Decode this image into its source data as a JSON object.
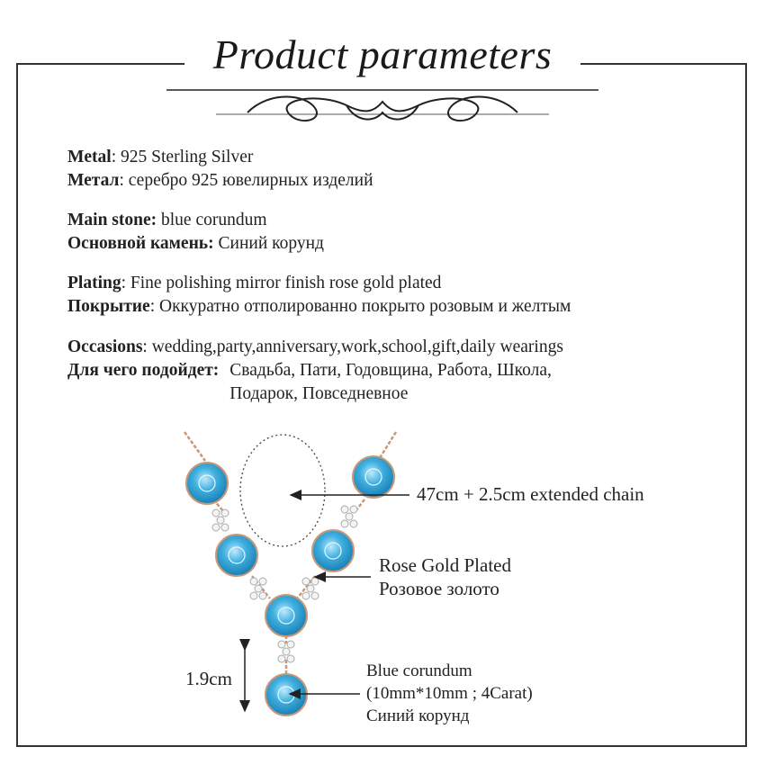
{
  "title": "Product parameters",
  "colors": {
    "frame": "#333333",
    "stone": "#3fb0e0",
    "chain": "#c99878",
    "text": "#222222"
  },
  "params": [
    {
      "en_label": "Metal",
      "en_value": ": 925 Sterling Silver",
      "ru_label": "Метал",
      "ru_value": ": серебро 925 ювелирных изделий"
    },
    {
      "en_label": "Main stone:",
      "en_value": " blue corundum",
      "ru_label": "Основной камень:",
      "ru_value": " Синий корунд"
    },
    {
      "en_label": "Plating",
      "en_value": ": Fine polishing mirror finish rose gold plated",
      "ru_label": "Покрытие",
      "ru_value": ": Оккуратно отполированно  покрыто розовым и желтым"
    }
  ],
  "occasions": {
    "en_label": "Occasions",
    "en_value": ": wedding,party,anniversary,work,school,gift,daily wearings",
    "ru_label": "Для чего подойдет:",
    "ru_value_line1": "Свадьба, Пати, Годовщина, Работа, Школа,",
    "ru_value_line2": "Подарок, Повседневное"
  },
  "annotations": {
    "chain_length": "47cm + 2.5cm extended chain",
    "plating_en": "Rose Gold Plated",
    "plating_ru": "Розовое золото",
    "drop_size": "1.9cm",
    "stone_en": "Blue corundum",
    "stone_spec": "(10mm*10mm ; 4Carat)",
    "stone_ru": "Синий корунд"
  }
}
